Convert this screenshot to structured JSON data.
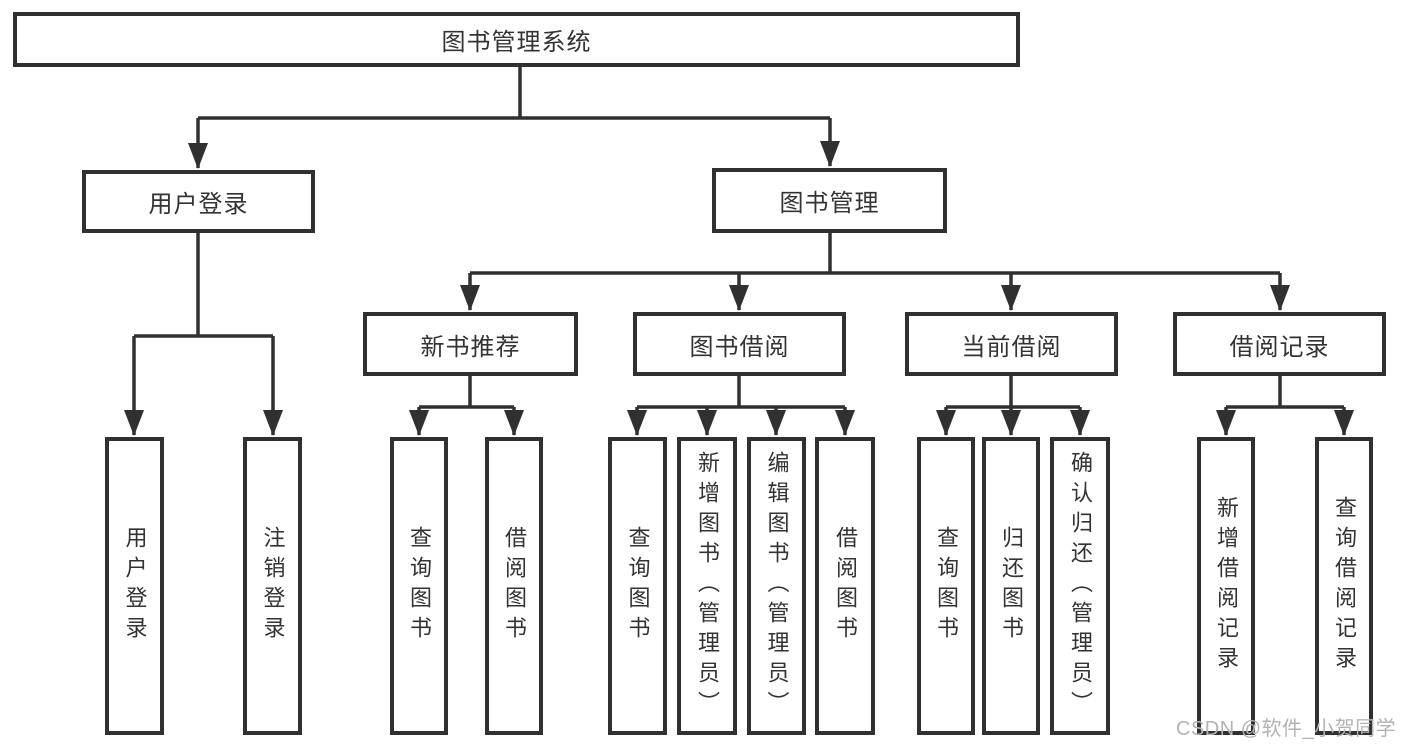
{
  "diagram": {
    "root": "图书管理系统",
    "branches": {
      "user_login": "用户登录",
      "book_management": "图书管理"
    },
    "modules": {
      "new_book_recommend": "新书推荐",
      "book_borrowing": "图书借阅",
      "current_borrowing": "当前借阅",
      "borrowing_records": "借阅记录"
    },
    "functions": {
      "user_login": "用户登录",
      "logout": "注销登录",
      "nbr_query_book": "查询图书",
      "nbr_borrow_book": "借阅图书",
      "bb_query_book": "查询图书",
      "bb_add_book_admin": "新增图书（管理员）",
      "bb_edit_book_admin": "编辑图书（管理员）",
      "bb_borrow_book": "借阅图书",
      "cb_query_book": "查询图书",
      "cb_return_book": "归还图书",
      "cb_confirm_return_admin": "确认归还（管理员）",
      "br_add_record": "新增借阅记录",
      "br_query_record": "查询借阅记录"
    }
  },
  "watermark": "CSDN @软件_小贺同学",
  "colors": {
    "line": "#303030",
    "text": "#333333",
    "watermark": "#b3b3b3",
    "background": "#ffffff"
  }
}
